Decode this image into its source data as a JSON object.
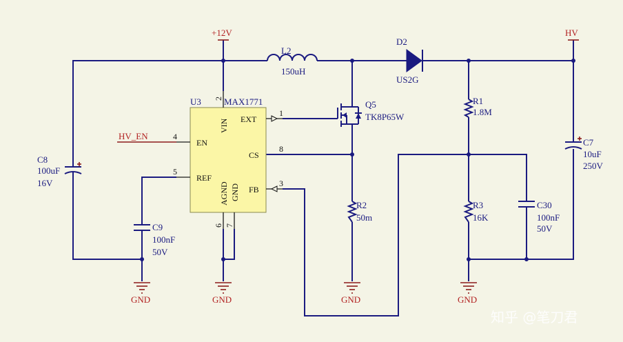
{
  "nets": {
    "v12": "+12V",
    "hv": "HV",
    "hv_en": "HV_EN",
    "gnd": "GND"
  },
  "ic": {
    "ref": "U3",
    "part": "MAX1771",
    "pins": {
      "en": "EN",
      "ref": "REF",
      "ext": "EXT",
      "cs": "CS",
      "fb": "FB",
      "vin": "VIN",
      "agnd": "AGND",
      "gnd": "GND"
    },
    "pin_numbers": {
      "en": "4",
      "ref": "5",
      "ext": "1",
      "cs": "8",
      "fb": "3",
      "vin": "2",
      "agnd": "6",
      "gnd": "7"
    }
  },
  "components": {
    "l2": {
      "ref": "L2",
      "value": "150uH"
    },
    "d2": {
      "ref": "D2",
      "value": "US2G"
    },
    "q5": {
      "ref": "Q5",
      "value": "TK8P65W"
    },
    "r1": {
      "ref": "R1",
      "value": "1.8M"
    },
    "r2": {
      "ref": "R2",
      "value": "50m"
    },
    "r3": {
      "ref": "R3",
      "value": "16K"
    },
    "c7": {
      "ref": "C7",
      "value": "10uF",
      "rating": "250V"
    },
    "c8": {
      "ref": "C8",
      "value": "100uF",
      "rating": "16V"
    },
    "c9": {
      "ref": "C9",
      "value": "100nF",
      "rating": "50V"
    },
    "c30": {
      "ref": "C30",
      "value": "100nF",
      "rating": "50V"
    }
  },
  "watermark": "知乎 @笔刀君",
  "colors": {
    "wire": "#1a1a80",
    "net": "#b22222",
    "chip": "#fbf6a6",
    "background": "#f4f4e6"
  }
}
